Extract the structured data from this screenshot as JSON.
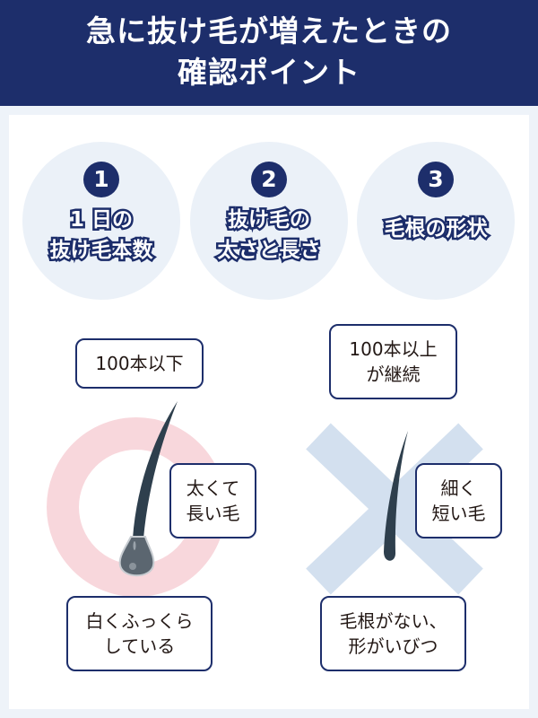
{
  "header": {
    "title_line1": "急に抜け毛が増えたときの",
    "title_line2": "確認ポイント",
    "background_color": "#1d2e6b"
  },
  "points": [
    {
      "number": "1",
      "line1": "1 日の",
      "line2": "抜け毛本数"
    },
    {
      "number": "2",
      "line1": "抜け毛の",
      "line2": "太さと長さ"
    },
    {
      "number": "3",
      "line1": "毛根の形状",
      "line2": ""
    }
  ],
  "good": {
    "symbol": "circle-icon",
    "symbol_color": "#f8d7dc",
    "count_label": "100本以下",
    "hair_label_line1": "太くて",
    "hair_label_line2": "長い毛",
    "root_label_line1": "白くふっくら",
    "root_label_line2": "している"
  },
  "bad": {
    "symbol": "cross-icon",
    "symbol_color": "#d3e0ef",
    "count_label_line1": "100本以上",
    "count_label_line2": "が継続",
    "hair_label_line1": "細く",
    "hair_label_line2": "短い毛",
    "root_label_line1": "毛根がない、",
    "root_label_line2": "形がいびつ"
  },
  "colors": {
    "accent": "#1d2e6b",
    "page_bg": "#eef3f9",
    "circle_bg": "#ebf1f8",
    "hair": "#2e3f4d",
    "root": "#5b6670"
  }
}
